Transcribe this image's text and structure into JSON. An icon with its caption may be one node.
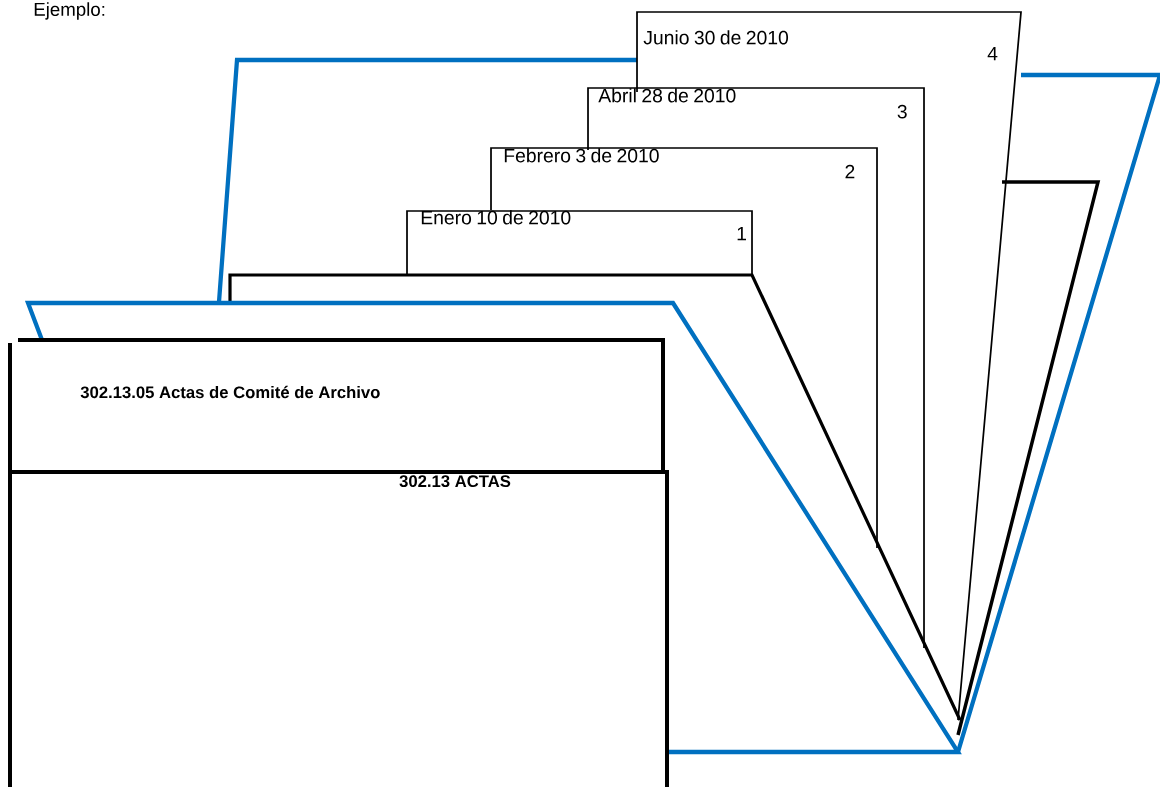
{
  "diagram": {
    "title": "Ejemplo:",
    "nodes": [
      {
        "text": [
          "Junio 30 de 2010",
          "4"
        ]
      },
      {
        "text": [
          "Abril 28 de 2010",
          "3"
        ]
      },
      {
        "text": [
          "Febrero 3 de 2010",
          "2"
        ]
      },
      {
        "text": [
          "Enero 10 de 2010",
          "1"
        ]
      },
      {
        "text": [
          "302.13.05 Actas de Comité de Archivo"
        ]
      },
      {
        "text": [
          "302.13 ACTAS"
        ]
      }
    ],
    "edges": []
  }
}
